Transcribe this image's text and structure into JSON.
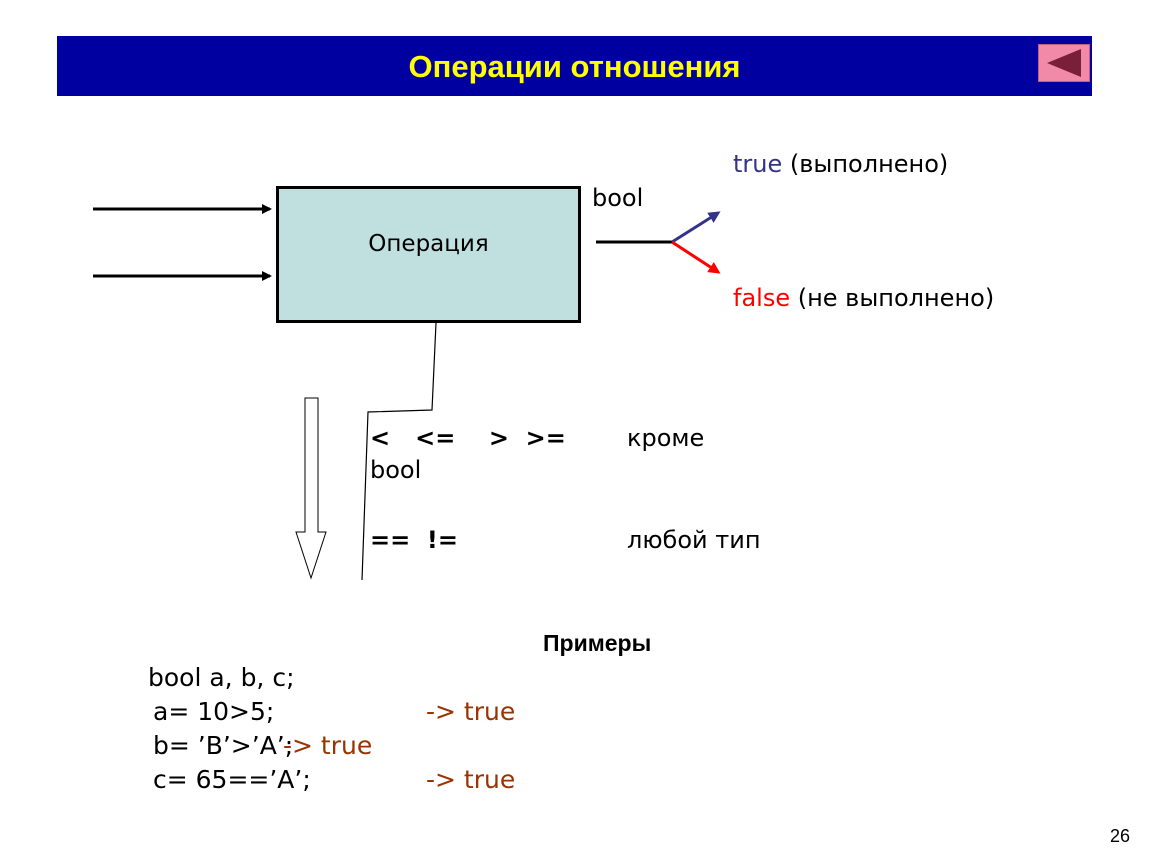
{
  "header": {
    "title": "Операции отношения",
    "back_icon": "triangle-left-icon",
    "back_color": "#f08aa8",
    "bar_color": "#0000a0",
    "title_color": "#ffff00"
  },
  "diagram": {
    "box_label": "Операция",
    "output_type": "bool",
    "true_word": "true",
    "true_note": "(выполнено)",
    "false_word": "false",
    "false_note": "(не выполнено)",
    "ops_line1": "<   <=    >  >=",
    "ops_line1_note": "кроме",
    "ops_line1_note2": "bool",
    "ops_line2": "==  !=",
    "ops_line2_note": "любой тип"
  },
  "examples": {
    "heading": "Примеры",
    "decl": "bool a, b, c;",
    "line1_code": "a= 10>5;",
    "line1_result": "-> true",
    "line2_code": "b= ’B’>’A’;",
    "line2_result": "-> true",
    "line3_code": "c= 65==’A’;",
    "line3_result": "-> true"
  },
  "footer": {
    "page_number": "26"
  }
}
